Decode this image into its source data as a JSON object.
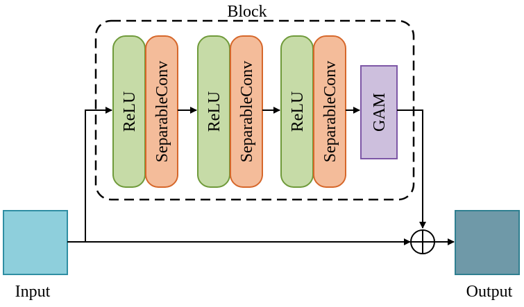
{
  "diagram": {
    "block_label": "Block",
    "input_label": "Input",
    "output_label": "Output",
    "stages": [
      {
        "relu_label": "ReLU",
        "conv_label": "SeparableConv"
      },
      {
        "relu_label": "ReLU",
        "conv_label": "SeparableConv"
      },
      {
        "relu_label": "ReLU",
        "conv_label": "SeparableConv"
      }
    ],
    "gam_label": "GAM",
    "colors": {
      "relu_fill": "#c6dba7",
      "relu_stroke": "#6f9a3a",
      "conv_fill": "#f4bc9a",
      "conv_stroke": "#d6672a",
      "gam_fill": "#cdbfdd",
      "gam_stroke": "#7d57a6",
      "input_fill": "#8ecfdc",
      "input_stroke": "#2f8ea3",
      "output_fill": "#6f99a8",
      "output_stroke": "#2f7f90"
    }
  }
}
